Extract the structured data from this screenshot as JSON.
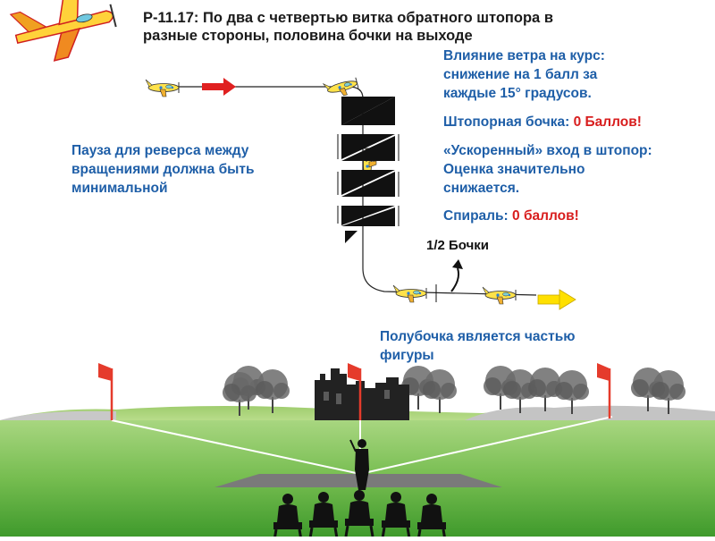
{
  "title": {
    "line1": "Р-11.17: По два с четвертью витка обратного штопора в",
    "line2": "разные стороны, половина бочки на выходе"
  },
  "notes": {
    "wind_line1": "Влияние ветра на курс:",
    "wind_line2": "снижение на 1 балл за",
    "wind_line3": "каждые 15° градусов.",
    "snap_label": "Штопорная бочка: ",
    "snap_value": "0 Баллов!",
    "fast_line1": "«Ускоренный» вход в штопор:",
    "fast_line2": "Оценка значительно",
    "fast_line3": "снижается.",
    "spiral_label": "Спираль: ",
    "spiral_value": "0 баллов!",
    "pause_line1": "Пауза для реверса между",
    "pause_line2": "вращениями должна быть",
    "pause_line3": "минимальной",
    "half_roll": "1/2 Бочки",
    "half_roll_part_line1": "Полубочка является частью",
    "half_roll_part_line2": "фигуры"
  },
  "colors": {
    "sky": "#ffffff",
    "grass_top": "#a8d680",
    "grass_bottom": "#3f9a2c",
    "runway": "#7a7a7a",
    "flag": "#e53b2c",
    "arrow_in": "#e02020",
    "arrow_out": "#ffe000",
    "text_blue": "#1f5fa8",
    "text_red": "#d81e1e",
    "plane_body": "#ffe24a"
  },
  "icons": {
    "logo": "aerobatic-plane-icon",
    "entry_arrow": "arrow-right-icon",
    "exit_arrow": "arrow-right-icon",
    "roll_arrow": "curved-arrow-icon",
    "flags": "flag-icon",
    "pilot": "pilot-silhouette",
    "judges": "judge-silhouette",
    "castle": "castle-silhouette"
  }
}
